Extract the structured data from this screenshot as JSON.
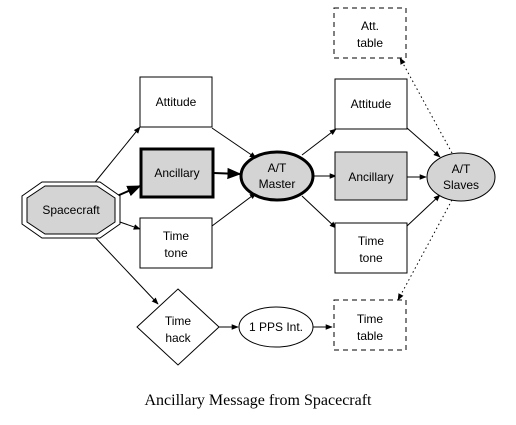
{
  "nodes": {
    "spacecraft": "Spacecraft",
    "attitude_src": "Attitude",
    "ancillary_src": "Ancillary",
    "time_tone_src": [
      "Time",
      "tone"
    ],
    "time_hack": [
      "Time",
      "hack"
    ],
    "pps_int": "1 PPS Int.",
    "at_master": [
      "A/T",
      "Master"
    ],
    "attitude_dst": "Attitude",
    "ancillary_dst": "Ancillary",
    "time_tone_dst": [
      "Time",
      "tone"
    ],
    "time_table": [
      "Time",
      "table"
    ],
    "att_table": [
      "Att.",
      "table"
    ],
    "at_slaves": [
      "A/T",
      "Slaves"
    ]
  },
  "caption": "Ancillary Message from Spacecraft",
  "colors": {
    "gray_fill": "#d4d4d4",
    "stroke": "#000000",
    "background": "#ffffff"
  }
}
